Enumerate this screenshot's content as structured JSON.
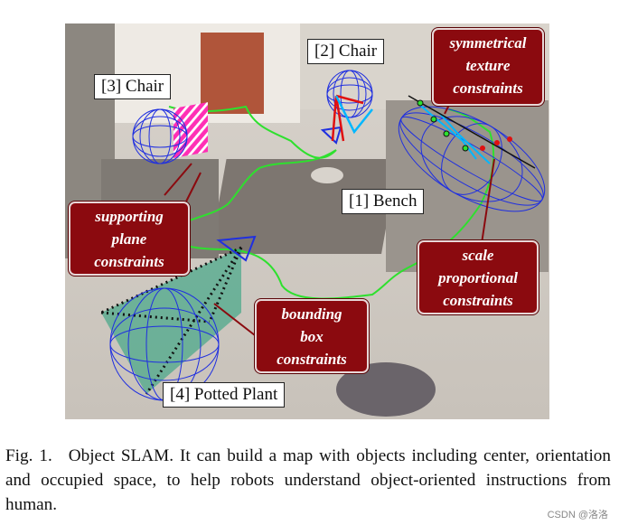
{
  "figure": {
    "labels": {
      "chair2": "[2] Chair",
      "chair3": "[3] Chair",
      "bench": "[1] Bench",
      "plant": "[4] Potted Plant"
    },
    "notes": {
      "symmetrical": [
        "symmetrical",
        "texture",
        "constraints"
      ],
      "supporting": [
        "supporting",
        "plane",
        "constraints"
      ],
      "scale": [
        "scale",
        "proportional",
        "constraints"
      ],
      "bounding": [
        "bounding",
        "box",
        "constraints"
      ]
    },
    "colors": {
      "ellipsoid": "#1f2fe0",
      "note_bg": "#8b0a0f",
      "trajectory": "#2ee02e",
      "plane": "#ff2fb5",
      "frustum": "#1f9e78"
    }
  },
  "caption": {
    "label": "Fig. 1.",
    "text": "Object SLAM. It can build a map with objects including center, orientation and occupied space, to help robots understand object-oriented instructions from human."
  },
  "watermark": "CSDN @洛洛"
}
